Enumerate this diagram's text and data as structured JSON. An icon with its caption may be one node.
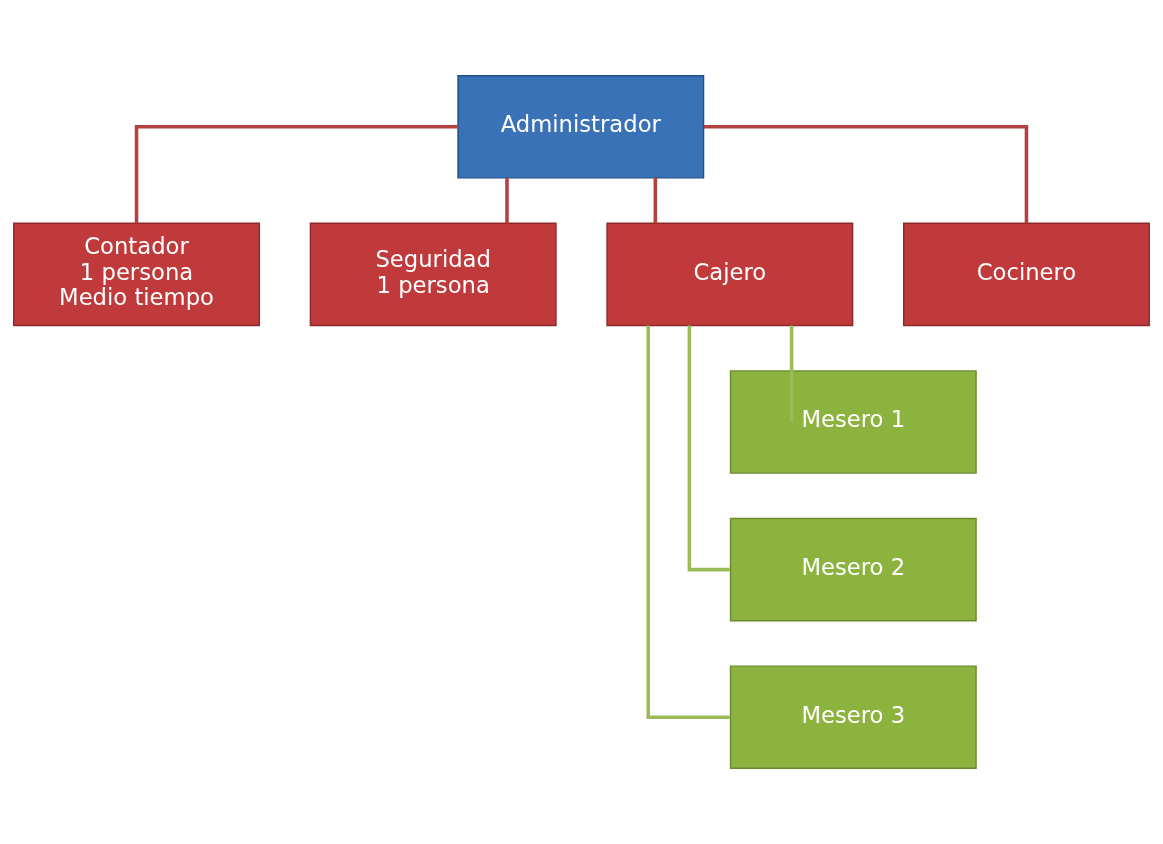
{
  "diagram": {
    "nodes": [
      {
        "text": [
          "Administrador"
        ]
      },
      {
        "text": [
          "Contador 1 persona Medio tiempo"
        ]
      },
      {
        "text": [
          "Seguridad 1 persona"
        ]
      },
      {
        "text": [
          "Cajero"
        ]
      },
      {
        "text": [
          "Cocinero"
        ]
      },
      {
        "text": [
          "Mesero 1"
        ]
      },
      {
        "text": [
          "Mesero 2"
        ]
      },
      {
        "text": [
          "Mesero 3"
        ]
      }
    ],
    "edges": [
      {
        "from": 0,
        "to": 1,
        "arrow": "none"
      },
      {
        "from": 0,
        "to": 2,
        "arrow": "none"
      },
      {
        "from": 0,
        "to": 3,
        "arrow": "none"
      },
      {
        "from": 0,
        "to": 4,
        "arrow": "none"
      },
      {
        "from": 3,
        "to": 5,
        "arrow": "none",
        "color": "#9bbb59"
      },
      {
        "from": 3,
        "to": 6,
        "arrow": "none",
        "color": "#9bbb59"
      },
      {
        "from": 3,
        "to": 7,
        "arrow": "none",
        "color": "#9bbb59"
      }
    ]
  }
}
